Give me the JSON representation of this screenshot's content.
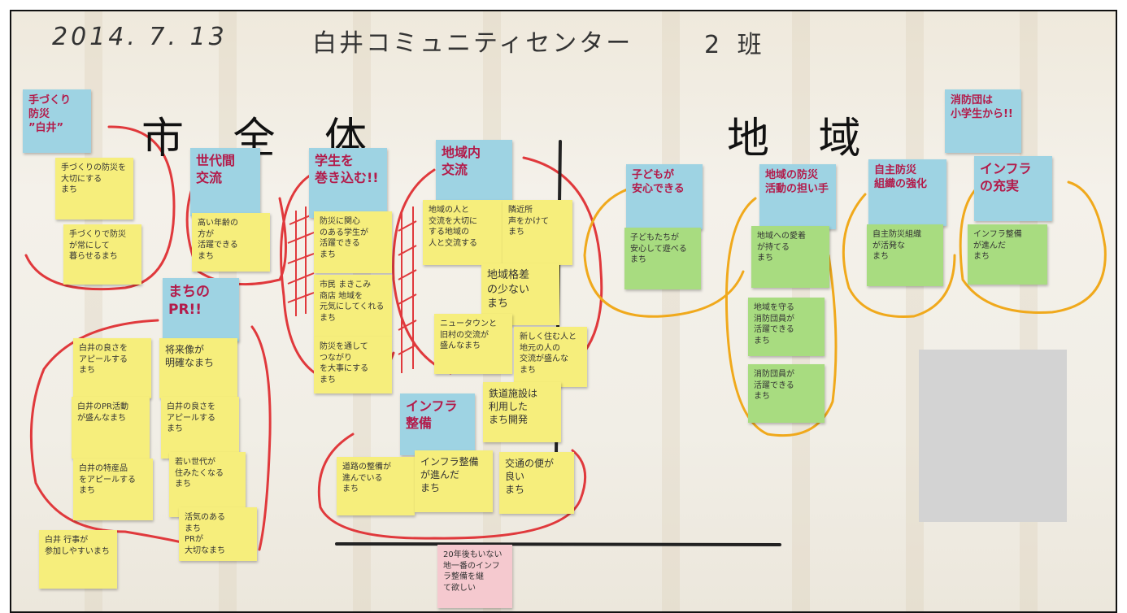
{
  "header": {
    "date": "2014. 7. 13",
    "place": "白井コミュニティセンター",
    "group": "2 班"
  },
  "sections": {
    "left_title": "市 全 体",
    "right_title": "地 域"
  },
  "notes": {
    "n01": "手づくり\n防災\n”白井”",
    "n02": "手づくりの防災を\n大切にする\nまち",
    "n03": "手づくりで防災\nが常にして\n暮らせるまち",
    "n04": "世代間\n交流",
    "n05": "高い年齢の\n方が\n活躍できる\nまち",
    "n06": "学生を\n巻き込む!!",
    "n07": "防災に関心\nのある学生が\n活躍できる\nまち",
    "n08": "市民 まきこみ\n商店 地域を\n元気にしてくれる\nまち",
    "n09": "防災を通して\nつながり\nを大事にする\nまち",
    "n10": "地域内\n交流",
    "n11": "地域の人と\n交流を大切に\nする地域の\n人と交流する",
    "n12": "隣近所\n声をかけて\nまち",
    "n13": "地域格差\nの少ない\nまち",
    "n14": "ニュータウンと\n旧村の交流が\n盛んなまち",
    "n15": "新しく住む人と\n地元の人の\n交流が盛んな\nまち",
    "n16": "まちの\nPR!!",
    "n17": "白井の良さを\nアピールする\nまち",
    "n18": "将来像が\n明確なまち",
    "n19": "白井のPR活動\nが盛んなまち",
    "n20": "白井の良さを\nアピールする\nまち",
    "n21": "白井の特産品\nをアピールする\nまち",
    "n22": "若い世代が\n住みたくなる\nまち",
    "n23": "活気のある\nまち\nPRが\n大切なまち",
    "n24": "白井 行事が\n参加しやすいまち",
    "n25": "インフラ\n整備",
    "n26": "鉄道施設は\n利用した\nまち開発",
    "n27": "道路の整備が\n進んでいる\nまち",
    "n28": "インフラ整備\nが進んだ\nまち",
    "n29": "交通の便が\n良い\nまち",
    "n30": "20年後もいない\n地一番のインフ\nラ整備を継\nて欲しい",
    "n31": "子どもが\n安心できる",
    "n32": "子どもたちが\n安心して遊べる\nまち",
    "n33": "地域の防災\n活動の担い手",
    "n34": "地域への愛着\nが持てる\nまち",
    "n35": "地域を守る\n消防団員が\n活躍できる\nまち",
    "n36": "消防団員が\n活躍できる\nまち",
    "n37": "自主防災\n組織の強化",
    "n38": "自主防災組織\nが活発な\nまち",
    "n39": "消防団は\n小学生から!!",
    "n40": "インフラ\nの充実",
    "n41": "インフラ整備\nが進んだ\nまち"
  },
  "colors": {
    "red_line": "#e0393c",
    "orange_line": "#f0a91c",
    "blue_note": "#9ed3e3",
    "yellow_note": "#f6ee7c",
    "green_note": "#a8dc80",
    "pink_note": "#f5c9cf"
  }
}
